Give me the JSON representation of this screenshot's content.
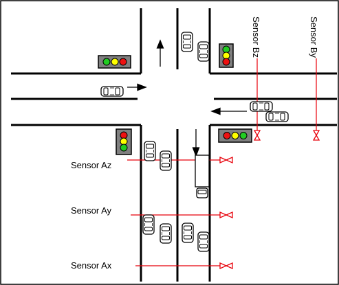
{
  "labels": {
    "sensor_az": "Sensor Az",
    "sensor_ay": "Sensor Ay",
    "sensor_ax": "Sensor Ax",
    "sensor_bz": "Sensor Bz",
    "sensor_by": "Sensor By"
  },
  "colors": {
    "road_line": "#000000",
    "sensor_line": "#e8000a",
    "signal_housing": "#808080",
    "signal_green": "#22cc22",
    "signal_yellow": "#ffff00",
    "signal_red": "#ee1111",
    "car_fill": "#ffffff"
  },
  "icons": [
    "car-icon",
    "truck-icon",
    "traffic-light-icon",
    "sensor-icon",
    "arrow-icon"
  ]
}
